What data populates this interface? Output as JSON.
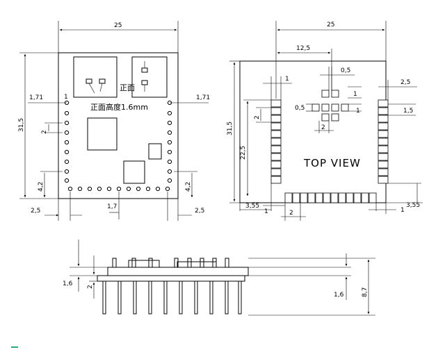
{
  "front_view": {
    "width_dim": "25",
    "height_dim": "31,5",
    "left_margin": "1,71",
    "right_margin": "1,71",
    "pin_pitch_left": "2",
    "left_bottom": "4,2",
    "right_bottom": "4,2",
    "bottom_left_offset": "2,5",
    "bottom_right_offset": "2,5",
    "bottom_pitch": "1,7",
    "pin1_marker": "1",
    "front_label_1": "正面",
    "front_label_2": "正面高度1.6mm"
  },
  "top_view": {
    "title": "TOP VIEW",
    "width_dim": "25",
    "half_width": "12,5",
    "height_dim": "31,5",
    "inner_height": "22,5",
    "pad_w_left": "1",
    "pad_w_right": "2,5",
    "center_pad_top": "0,5",
    "center_pad_left": "0,5",
    "center_pad_side": "1",
    "center_pad_2": "2",
    "left_pitch": "2",
    "right_pitch": "1,5",
    "right_small": "1",
    "bottom_left": "3,55",
    "bottom_right": "3,55",
    "bottom_pad_w": "1",
    "bottom_pitch": "2",
    "bottom_right_w": "1",
    "pad_size": "1"
  },
  "side_view": {
    "board_thickness": "1,6",
    "pin_offset": "2",
    "right_thickness": "1,6",
    "total_height": "8,7"
  }
}
